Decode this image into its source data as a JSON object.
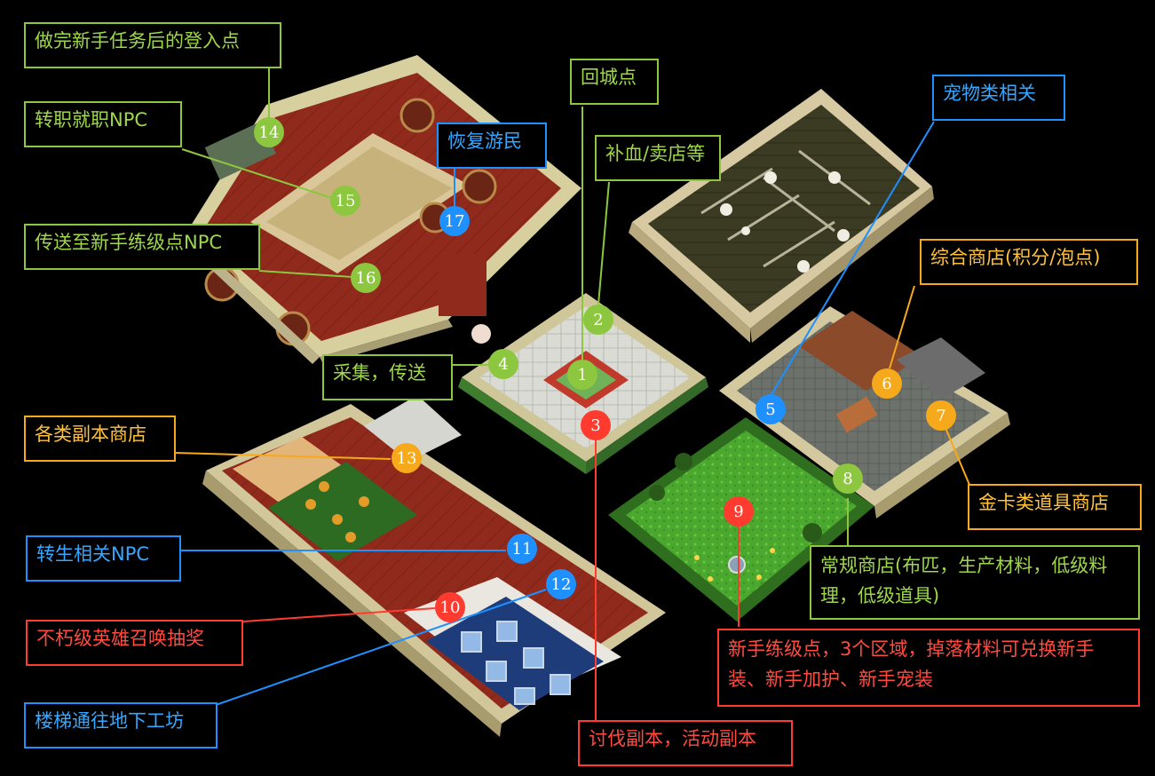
{
  "colors": {
    "green": "#8dc63f",
    "blue": "#1e90ff",
    "orange": "#f6a91b",
    "red": "#ff3b30",
    "background": "#000000"
  },
  "labels": {
    "login_point": "做完新手任务后的登入点",
    "job_npc": "转职就职NPC",
    "restore_vagrant": "恢复游民",
    "return_point": "回城点",
    "heal_shop": "补血/卖店等",
    "pet": "宠物类相关",
    "teleport_npc": "传送至新手练级点NPC",
    "general_shop": "综合商店(积分/泡点)",
    "gather_teleport": "采集，传送",
    "dungeon_shop": "各类副本商店",
    "goldcard_shop": "金卡类道具商店",
    "regular_shop": "常规商店(布匹，生产材料，低级料理，低级道具)",
    "rebirth_npc": "转生相关NPC",
    "summon_lottery": "不朽级英雄召唤抽奖",
    "training_point": "新手练级点，3个区域，掉落材料可兑换新手装、新手加护、新手宠装",
    "stairs": "楼梯通往地下工坊",
    "dungeon": "讨伐副本，活动副本"
  },
  "markers": [
    "1",
    "2",
    "3",
    "4",
    "5",
    "6",
    "7",
    "8",
    "9",
    "10",
    "11",
    "12",
    "13",
    "14",
    "15",
    "16",
    "17"
  ]
}
